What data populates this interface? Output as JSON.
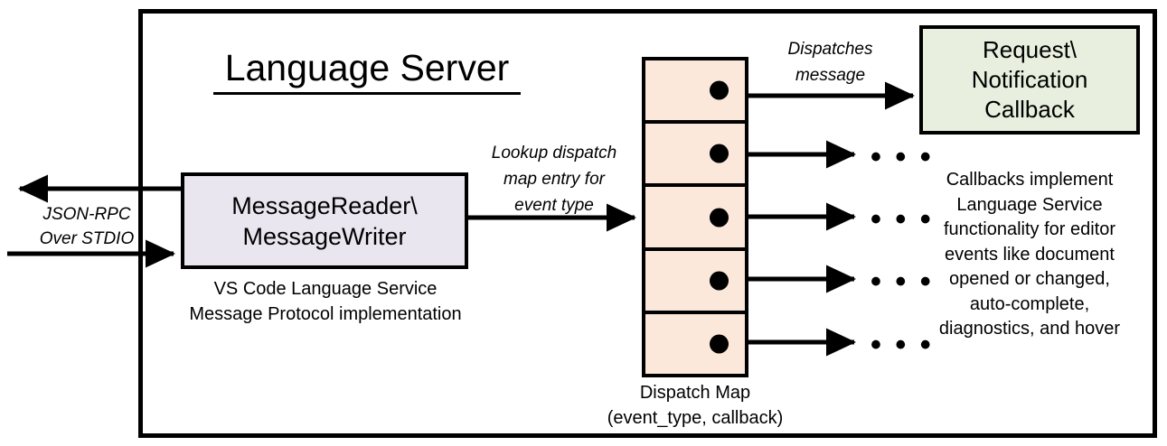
{
  "diagram": {
    "title": "Language Server",
    "container_label": "Language Server"
  },
  "external_io": {
    "label_line1": "JSON-RPC",
    "label_line2": "Over STDIO",
    "label": "JSON-RPC\nOver STDIO"
  },
  "message_io": {
    "box_line1": "MessageReader\\",
    "box_line2": "MessageWriter",
    "caption_line1": "VS Code Language Service",
    "caption_line2": "Message Protocol implementation"
  },
  "lookup_edge": {
    "line1": "Lookup dispatch",
    "line2": "map entry for",
    "line3": "event type"
  },
  "dispatch_map": {
    "caption_line1": "Dispatch Map",
    "caption_line2": "(event_type, callback)",
    "cells": [
      {
        "id": "entry-1"
      },
      {
        "id": "entry-2"
      },
      {
        "id": "entry-3"
      },
      {
        "id": "entry-4"
      },
      {
        "id": "entry-5"
      }
    ]
  },
  "dispatch_edge": {
    "line1": "Dispatches",
    "line2": "message"
  },
  "callback": {
    "box_line1": "Request\\",
    "box_line2": "Notification",
    "box_line3": "Callback",
    "caption_line1": "Callbacks implement",
    "caption_line2": "Language Service",
    "caption_line3": "functionality for editor",
    "caption_line4": "events like document",
    "caption_line5": "opened or changed,",
    "caption_line6": "auto-complete,",
    "caption_line7": "diagnostics, and hover"
  },
  "ellipses": {
    "glyph": "• • •",
    "count": 4
  },
  "colors": {
    "background": "#FFFFFF",
    "stroke": "#000000",
    "message_box_fill": "#EAE6F0",
    "dispatch_map_fill": "#FCE8DB",
    "callback_box_fill": "#E8EFDE"
  }
}
